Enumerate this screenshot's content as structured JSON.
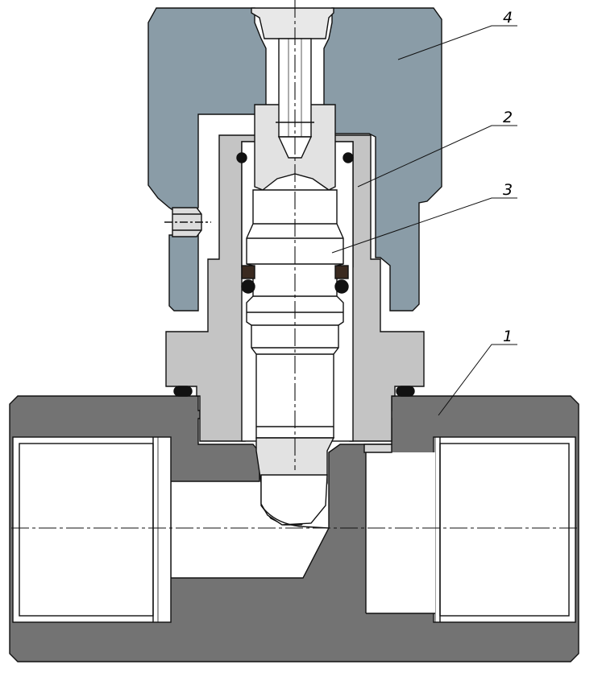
{
  "labels": {
    "body": "1",
    "bonnet": "2",
    "stem": "3",
    "handle": "4"
  },
  "colors": {
    "body": "#737373",
    "handle": "#8a9ca7",
    "bonnet": "#c4c4c4",
    "stem": "#ffffff",
    "stem_tip": "#e2e2e2",
    "seal_dark": "#3a2a20",
    "outline": "#111111"
  }
}
